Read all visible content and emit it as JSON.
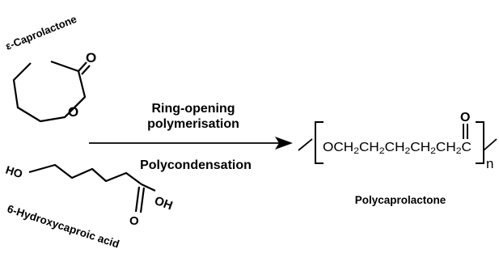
{
  "reactants": {
    "caprolactone": {
      "label": "ε-Caprolactone",
      "ring_oxygen": "O",
      "carbonyl_oxygen": "O"
    },
    "hydroxy_acid": {
      "label": "6-Hydroxycaproic acid",
      "hydroxyl": "HO",
      "acid_hydroxyl": "OH",
      "carbonyl_oxygen": "O"
    }
  },
  "reaction": {
    "route_top": [
      "Ring-opening",
      "polymerisation"
    ],
    "route_bottom": "Polycondensation"
  },
  "product": {
    "repeat_unit": [
      "O",
      "CH",
      "2",
      "CH",
      "2",
      "CH",
      "2",
      "CH",
      "2",
      "CH",
      "2",
      "C"
    ],
    "carbonyl_oxygen": "O",
    "subscript_n": "n",
    "label": "Polycaprolactone"
  }
}
